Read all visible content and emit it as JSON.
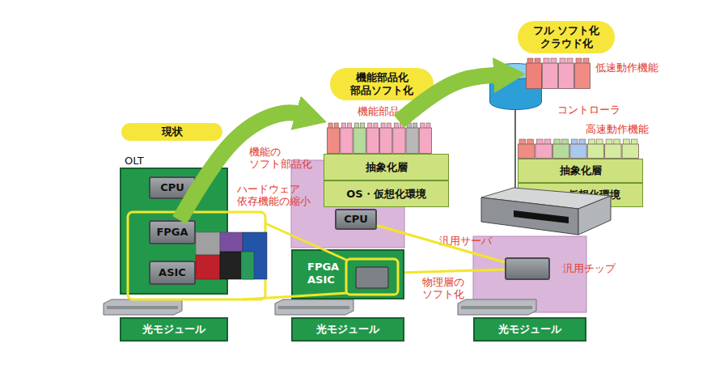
{
  "diagram": {
    "nodes": [
      {
        "text": [
          "現状"
        ]
      },
      {
        "text": [
          "OLT"
        ]
      },
      {
        "text": [
          "CPU"
        ],
        "in": 1
      },
      {
        "text": [
          "FPGA"
        ],
        "in": 1
      },
      {
        "text": [
          "ASIC"
        ],
        "in": 1
      },
      {
        "text": [
          "光モジュール"
        ]
      },
      {
        "text": [
          "機能部品化 部品ソフト化"
        ]
      },
      {
        "text": [
          "機能部品"
        ]
      },
      {
        "text": [
          "抽象化層"
        ]
      },
      {
        "text": [
          "OS・仮想化環境"
        ]
      },
      {
        "text": [
          "CPU"
        ]
      },
      {
        "text": [
          "FPGA ASIC"
        ]
      },
      {
        "text": [
          "光モジュール"
        ]
      },
      {
        "text": [
          "フル ソフト化 クラウド化"
        ]
      },
      {
        "text": [
          "コントローラ"
        ]
      },
      {
        "text": [
          "低速動作機能"
        ]
      },
      {
        "text": [
          "高速動作機能"
        ]
      },
      {
        "text": [
          "抽象化層"
        ]
      },
      {
        "text": [
          "OS・仮想化環境"
        ]
      },
      {
        "text": [
          "汎用サーバ"
        ]
      },
      {
        "text": [
          "汎用チップ"
        ]
      },
      {
        "text": [
          "光モジュール"
        ]
      }
    ],
    "edges": [
      {
        "from": 3,
        "to": 7,
        "label": "機能の ソフト部品化",
        "arrow": "to"
      },
      {
        "from": 7,
        "to": 15,
        "arrow": "to"
      },
      {
        "from": 11,
        "to": 20,
        "label": "物理層の ソフト化",
        "arrow": "none"
      },
      {
        "from": 10,
        "to": 20,
        "arrow": "none"
      }
    ],
    "labels": [
      "ハードウェア 依存機能の縮小"
    ]
  }
}
